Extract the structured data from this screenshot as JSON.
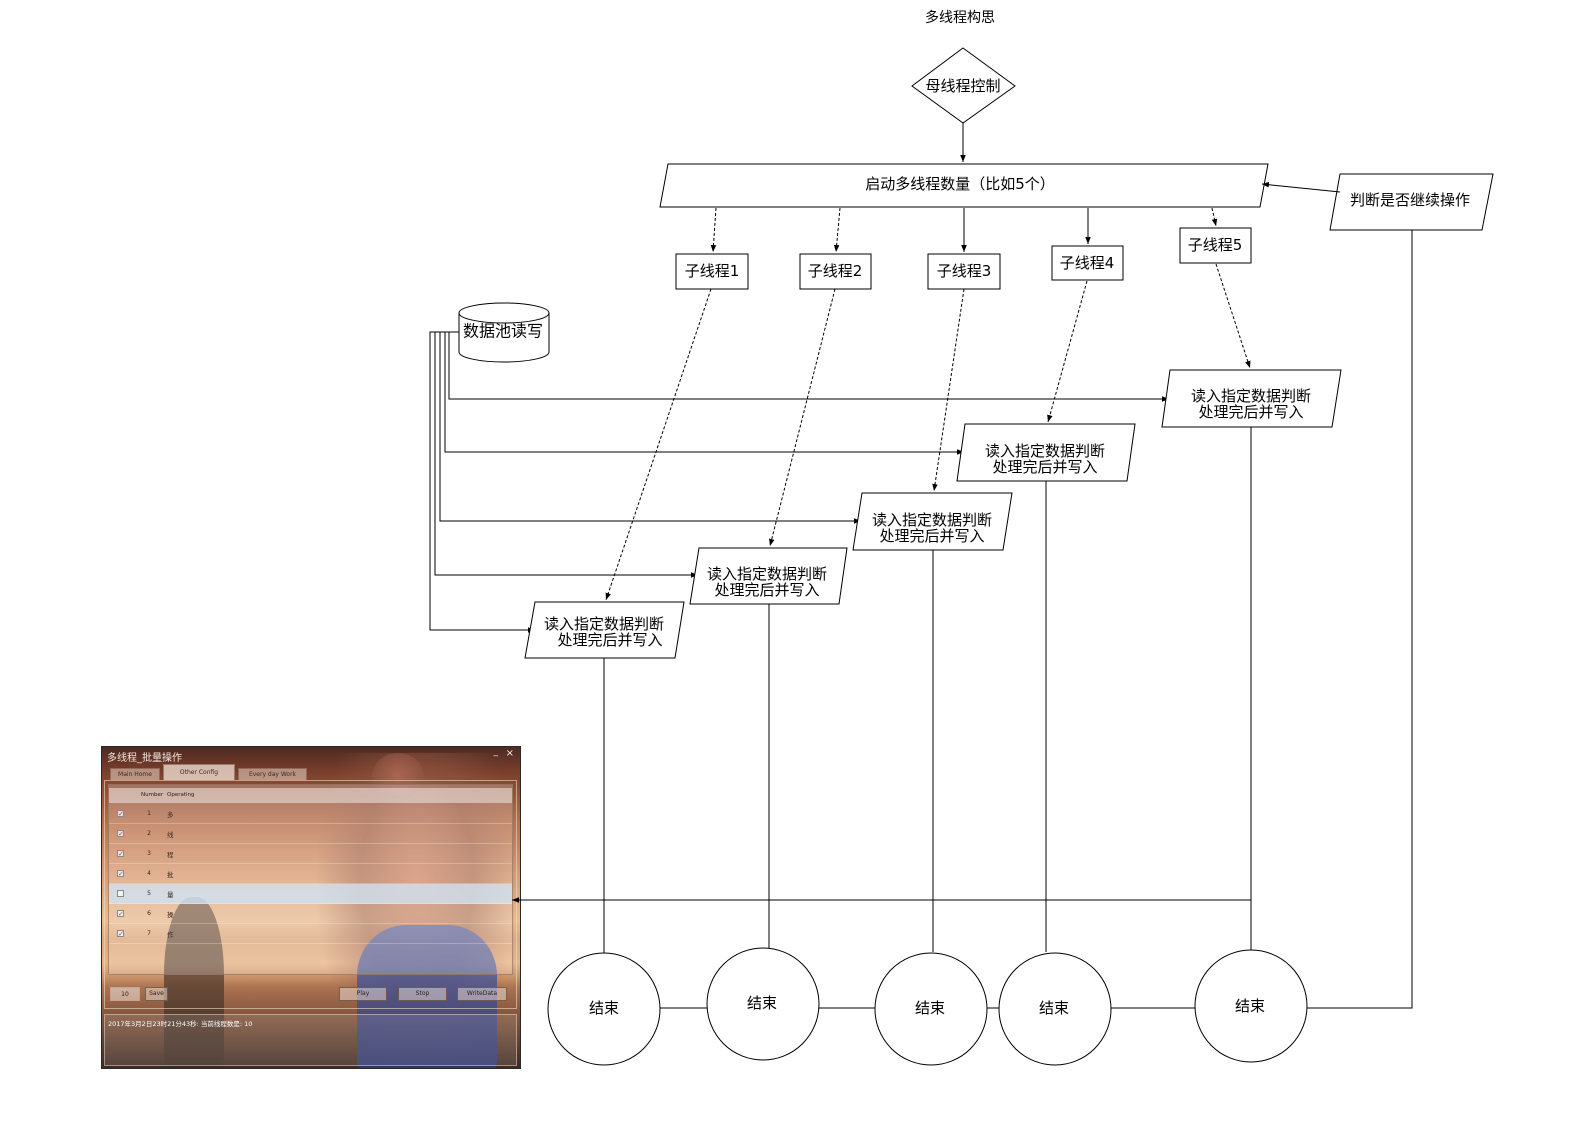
{
  "title": "多线程构思",
  "colors": {
    "title_text": "#c00000",
    "line": "#000000"
  },
  "diagram": {
    "parent_control": "母线程控制",
    "start_threads": "启动多线程数量（比如5个）",
    "continue_check": "判断是否继续操作",
    "data_pool": "数据池读写",
    "child_threads": [
      "子线程1",
      "子线程2",
      "子线程3",
      "子线程4",
      "子线程5"
    ],
    "processes": [
      {
        "line1": "读入指定数据判断",
        "line2": "处理完后并写入"
      },
      {
        "line1": "读入指定数据判断",
        "line2": "处理完后并写入"
      },
      {
        "line1": "读入指定数据判断",
        "line2": "处理完后并写入"
      },
      {
        "line1": "读入指定数据判断",
        "line2": "处理完后并写入"
      },
      {
        "line1": "读入指定数据判断",
        "line2": "处理完后并写入"
      }
    ],
    "ends": [
      "结束",
      "结束",
      "结束",
      "结束",
      "结束"
    ]
  },
  "app": {
    "window_title": "多线程_批量操作",
    "window_controls": {
      "minimize": "_",
      "close": "×"
    },
    "tabs": [
      "Main Home",
      "Other Config",
      "Every day Work"
    ],
    "active_tab": 1,
    "table": {
      "columns": [
        "Number",
        "Operating"
      ],
      "rows": [
        {
          "number": "1",
          "operating": "多",
          "checked": true,
          "selected": false
        },
        {
          "number": "2",
          "operating": "线",
          "checked": true,
          "selected": false
        },
        {
          "number": "3",
          "operating": "程",
          "checked": true,
          "selected": false
        },
        {
          "number": "4",
          "operating": "批",
          "checked": true,
          "selected": false
        },
        {
          "number": "5",
          "operating": "量",
          "checked": false,
          "selected": true
        },
        {
          "number": "6",
          "operating": "操",
          "checked": true,
          "selected": false
        },
        {
          "number": "7",
          "operating": "作",
          "checked": true,
          "selected": false
        }
      ]
    },
    "thread_count_input": "10",
    "buttons": {
      "save": "Save",
      "play": "Play",
      "stop": "Stop",
      "write_data": "WriteData"
    },
    "status_text": "2017年3月2日23时21分43秒: 当前线程数是: 10"
  }
}
